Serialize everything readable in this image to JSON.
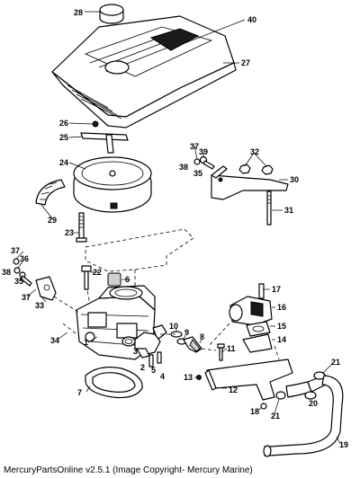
{
  "footer": "MercuryPartsOnline v2.5.1 (Image Copyright- Mercury Marine)",
  "callouts": [
    "28",
    "40",
    "27",
    "26",
    "25",
    "24",
    "29",
    "23",
    "37",
    "39",
    "38",
    "35",
    "32",
    "30",
    "31",
    "37",
    "36",
    "38",
    "35",
    "22",
    "6",
    "33",
    "17",
    "16",
    "34",
    "1",
    "10",
    "9",
    "8",
    "15",
    "14",
    "11",
    "3",
    "2",
    "5",
    "4",
    "12",
    "13",
    "21",
    "20",
    "18",
    "21",
    "7",
    "19",
    "37"
  ]
}
